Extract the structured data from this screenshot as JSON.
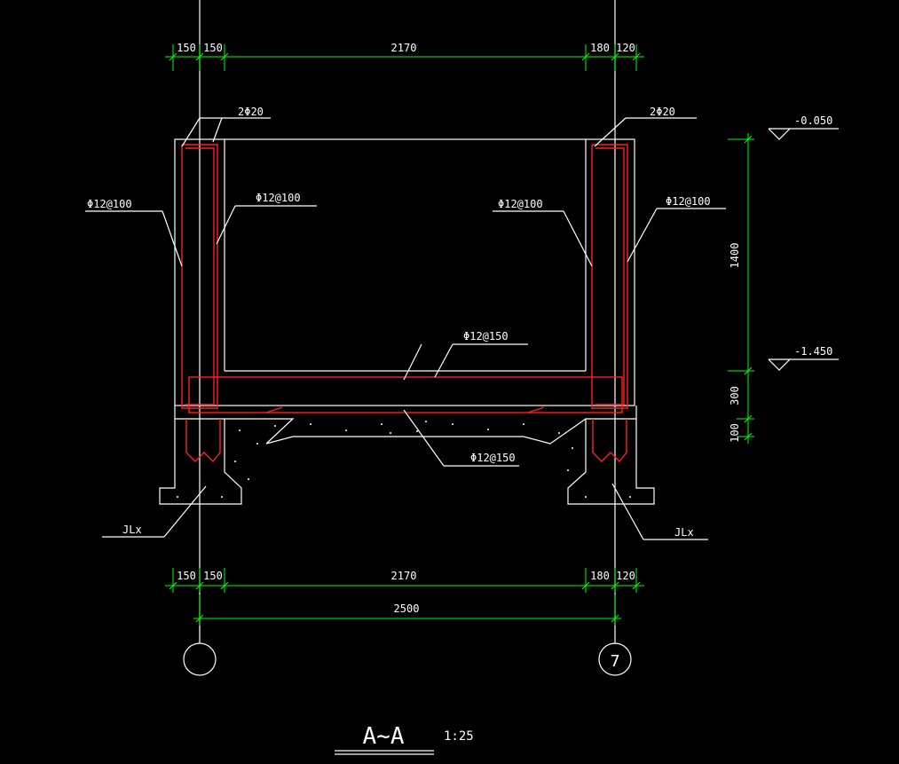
{
  "dims_top": [
    "150",
    "150",
    "2170",
    "180",
    "120"
  ],
  "dims_bottom": [
    "150",
    "150",
    "2170",
    "180",
    "120"
  ],
  "dim_total": "2500",
  "dim_vertical": [
    "1400",
    "300",
    "100"
  ],
  "elevations": [
    "-0.050",
    "-1.450"
  ],
  "labels": {
    "bar_top_left": "2Φ20",
    "bar_top_right": "2Φ20",
    "wall_left_outer": "Φ12@100",
    "wall_left_inner": "Φ12@100",
    "wall_right_inner": "Φ12@100",
    "wall_right_outer": "Φ12@100",
    "slab_top": "Φ12@150",
    "slab_bottom": "Φ12@150",
    "beam_left": "JLx",
    "beam_right": "JLx"
  },
  "axes": [
    "",
    "7"
  ],
  "section": {
    "title": "A~A",
    "scale": "1:25"
  },
  "colors": {
    "background": "#000000",
    "outline": "#ffffff",
    "dimension": "#00ff00",
    "rebar": "#ff2020"
  }
}
